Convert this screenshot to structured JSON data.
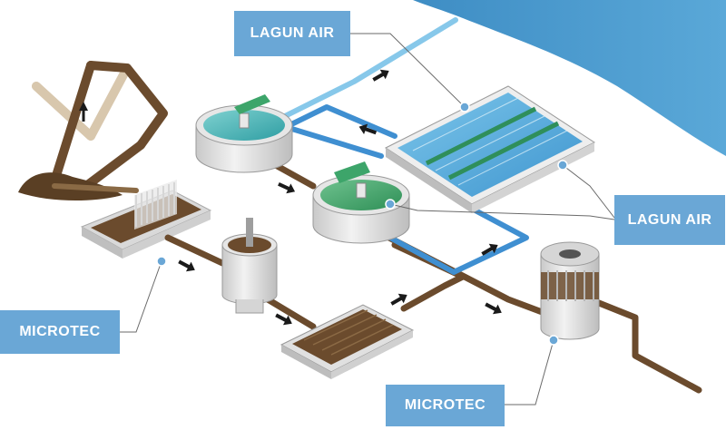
{
  "colors": {
    "label_bg": "#6aa7d6",
    "river": "#4b98cd",
    "pipe_brown": "#6b4b2d",
    "pipe_blue": "#3f8fd1",
    "pipe_light_blue": "#87c8ea",
    "tank_grey": "#e3e3e3",
    "water_teal": "#4bb6b8",
    "water_green": "#43a66a",
    "arrow": "#1a1a1a"
  },
  "labels": {
    "lagun_air_top": "LAGUN AIR",
    "lagun_air_right": "LAGUN AIR",
    "microtec_left": "MICROTEC",
    "microtec_bottom": "MICROTEC"
  },
  "icons": {
    "flow_arrow": "arrow-icon",
    "callout_dot": "dot-icon"
  }
}
